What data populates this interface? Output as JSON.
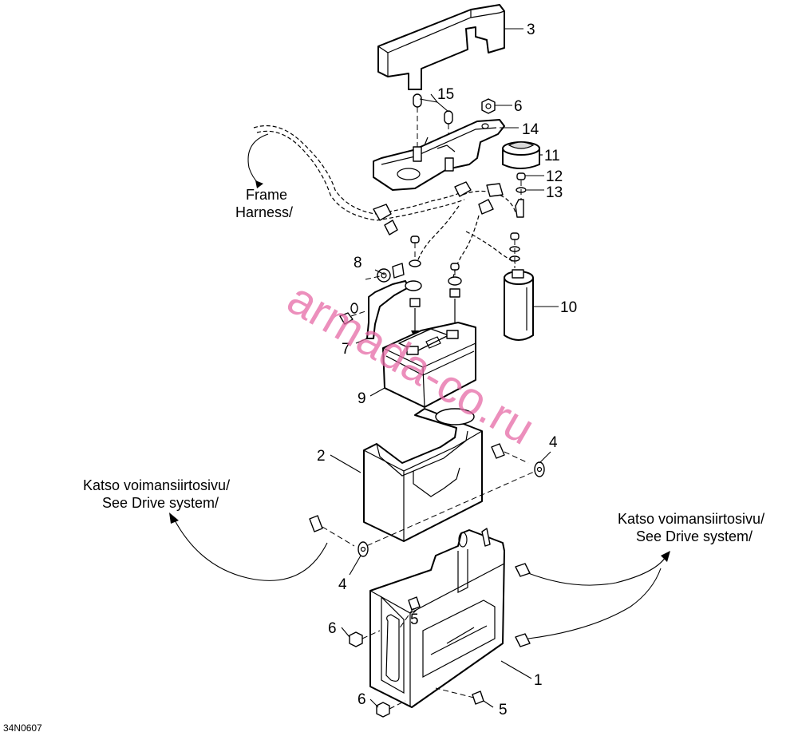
{
  "callouts": [
    {
      "id": "1",
      "text": "1"
    },
    {
      "id": "2",
      "text": "2"
    },
    {
      "id": "3",
      "text": "3"
    },
    {
      "id": "4a",
      "text": "4"
    },
    {
      "id": "4b",
      "text": "4"
    },
    {
      "id": "5a",
      "text": "5"
    },
    {
      "id": "5b",
      "text": "5"
    },
    {
      "id": "6a",
      "text": "6"
    },
    {
      "id": "6b",
      "text": "6"
    },
    {
      "id": "6c",
      "text": "6"
    },
    {
      "id": "7",
      "text": "7"
    },
    {
      "id": "8",
      "text": "8"
    },
    {
      "id": "9",
      "text": "9"
    },
    {
      "id": "10",
      "text": "10"
    },
    {
      "id": "11",
      "text": "11"
    },
    {
      "id": "12",
      "text": "12"
    },
    {
      "id": "13",
      "text": "13"
    },
    {
      "id": "14",
      "text": "14"
    },
    {
      "id": "15",
      "text": "15"
    }
  ],
  "notes": {
    "frame_harness": [
      "Frame",
      "Harness/"
    ],
    "see_drive_left": [
      "Katso voimansiirtosivu/",
      "See Drive system/"
    ],
    "see_drive_right": [
      "Katso voimansiirtosivu/",
      "See Drive system/"
    ]
  },
  "drawing_code": "34N0607",
  "watermark": "armada-co.ru",
  "colors": {
    "ink": "#000000",
    "watermark": "#e56aa6",
    "background": "#ffffff"
  }
}
